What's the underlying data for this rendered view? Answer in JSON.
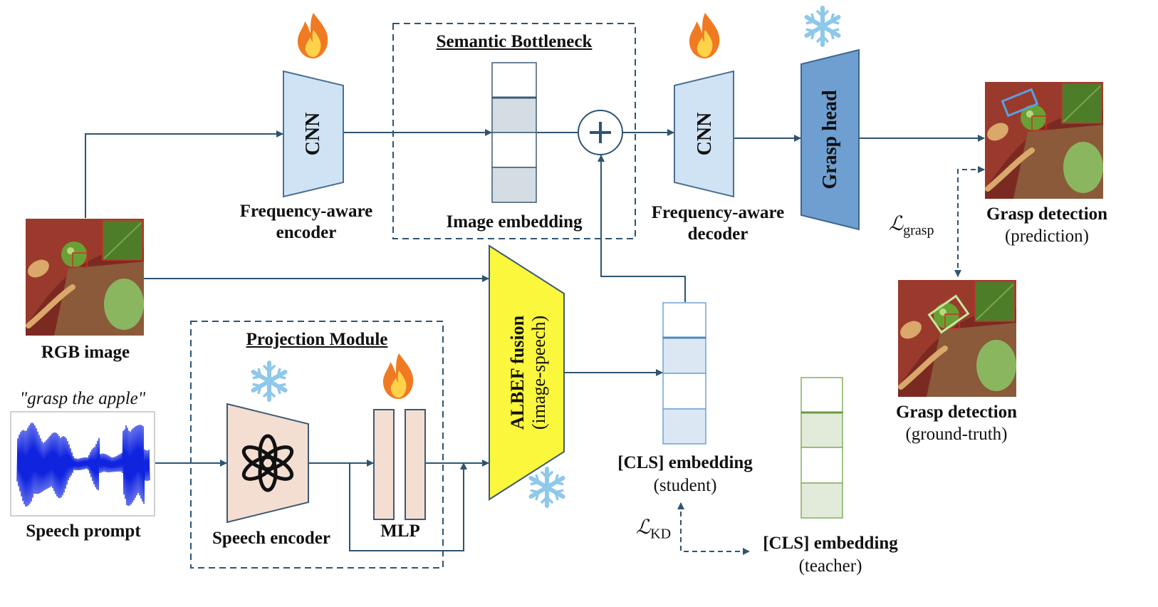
{
  "semantic_bottleneck": {
    "title": "Semantic Bottleneck",
    "embedding_label": "Image embedding"
  },
  "encoder": {
    "block": "CNN",
    "label_line1": "Frequency-aware",
    "label_line2": "encoder"
  },
  "decoder": {
    "block": "CNN",
    "label_line1": "Frequency-aware",
    "label_line2": "decoder"
  },
  "grasp_head": {
    "label": "Grasp head"
  },
  "prediction": {
    "label_line1": "Grasp detection",
    "label_line2": "(prediction)"
  },
  "loss_grasp": {
    "symbol": "ℒ",
    "subscript": "grasp"
  },
  "ground_truth": {
    "label_line1": "Grasp detection",
    "label_line2": "(ground-truth)"
  },
  "rgb": {
    "label": "RGB image"
  },
  "speech": {
    "quote": "\"grasp the apple\"",
    "label": "Speech prompt"
  },
  "projection": {
    "title": "Projection Module",
    "speech_encoder": "Speech encoder",
    "mlp": "MLP"
  },
  "albef": {
    "line1": "ALBEF fusion",
    "line2": "(image-speech)"
  },
  "student": {
    "label_line1": "[CLS] embedding",
    "label_line2": "(student)"
  },
  "loss_kd": {
    "symbol": "ℒ",
    "subscript": "KD"
  },
  "teacher": {
    "label_line1": "[CLS] embedding",
    "label_line2": "(teacher)"
  },
  "colors": {
    "arrow": "#2f5470",
    "cnn_fill": "#d0e3f5",
    "cnn_stroke": "#4a6f92",
    "grasp_head_fill": "#6f9fd0",
    "albef_fill": "#fbf73c",
    "speech_enc_fill": "#f4ded2",
    "student_fill": "#dbe8f4",
    "student_stroke": "#6ea3d6",
    "teacher_fill": "#e2ebd9",
    "teacher_stroke": "#82b05e",
    "bottleneck_fill": "#d5dde4",
    "waveform": "#1024e0",
    "fire": "#f07a22",
    "snowflake": "#8ec8ea"
  },
  "icons": [
    "fire-icon",
    "snowflake-icon",
    "openai-logo-icon",
    "waveform-icon",
    "plus-icon"
  ]
}
